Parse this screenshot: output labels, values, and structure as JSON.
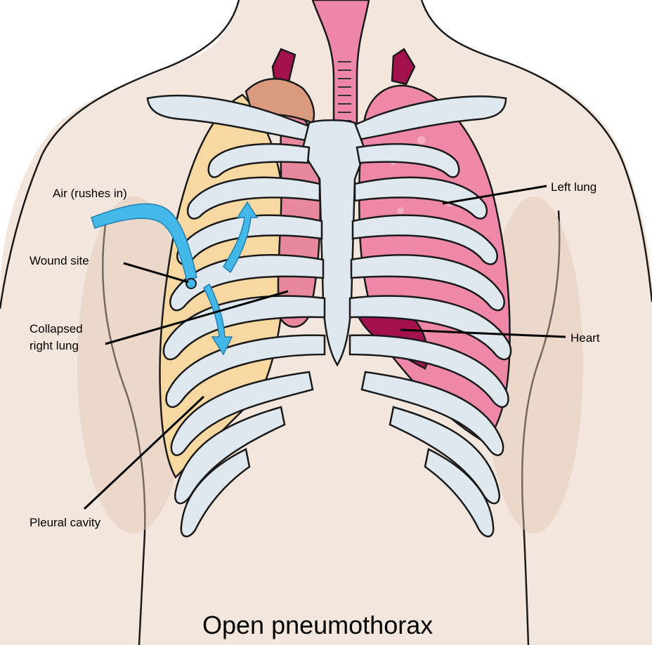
{
  "labels": {
    "air": "Air (rushes in)",
    "wound": "Wound site",
    "collapsed_line1": "Collapsed",
    "collapsed_line2": "right lung",
    "pleural": "Pleural cavity",
    "left_lung": "Left lung",
    "heart": "Heart"
  },
  "caption": "Open pneumothorax",
  "colors": {
    "skin": "#f3e6dc",
    "skin_shadow": "#e3c8b4",
    "bone": "#dfe8ee",
    "lung_pink": "#ee87a8",
    "lung_dark": "#d9688c",
    "collapsed_lung": "#e7889f",
    "pleural_yellow": "#f6d8a0",
    "heart": "#a4124e",
    "air_arrow": "#45b8ea",
    "trachea": "#ee86aa"
  }
}
